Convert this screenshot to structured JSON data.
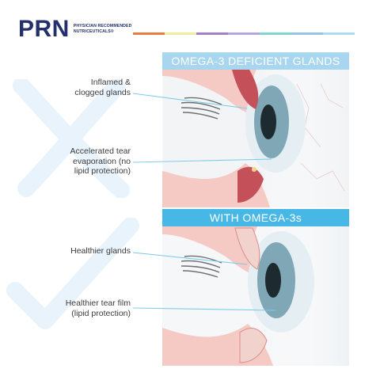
{
  "brand": {
    "logo": "PRN",
    "subtitle_line1": "PHYSICIAN RECOMMENDED",
    "subtitle_line2": "NUTRICEUTICALS®",
    "colors": {
      "navy": "#23306b",
      "stripes": [
        "#e57e44",
        "#eeee9c",
        "#a67fc2",
        "#b5a6dd",
        "#7ed8cd",
        "#94c5e8",
        "#a8ddf5",
        "#e57e44"
      ]
    }
  },
  "panels": [
    {
      "title": "OMEGA-3 DEFICIENT GLANDS",
      "title_color": "#a9d6ef",
      "labels": [
        {
          "line1": "Inflamed &",
          "line2": "clogged glands"
        },
        {
          "line1": "Accelerated tear",
          "line2": "evaporation (no",
          "line3": "lipid protection)"
        }
      ]
    },
    {
      "title": "WITH OMEGA-3s",
      "title_color": "#47b8e6",
      "labels": [
        {
          "line1": "Healthier glands"
        },
        {
          "line1": "Healthier tear film",
          "line2": "(lipid protection)"
        }
      ]
    }
  ],
  "marks": {
    "cross_icon_color": "#e8f3fb",
    "check_icon_color": "#e8f3fb"
  },
  "leader_color": "#7ccbea"
}
